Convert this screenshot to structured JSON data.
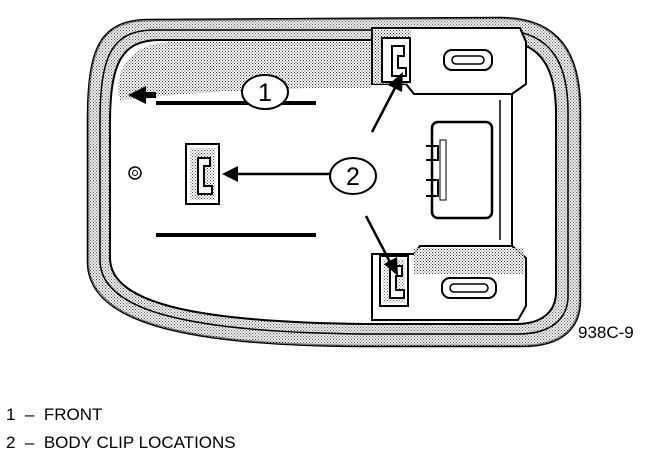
{
  "diagram": {
    "callouts": [
      {
        "number": "1"
      },
      {
        "number": "2"
      }
    ],
    "figure_id": "938C-9"
  },
  "legend": [
    {
      "number": "1",
      "separator": "–",
      "text": "FRONT"
    },
    {
      "number": "2",
      "separator": "–",
      "text": "BODY CLIP LOCATIONS"
    }
  ]
}
